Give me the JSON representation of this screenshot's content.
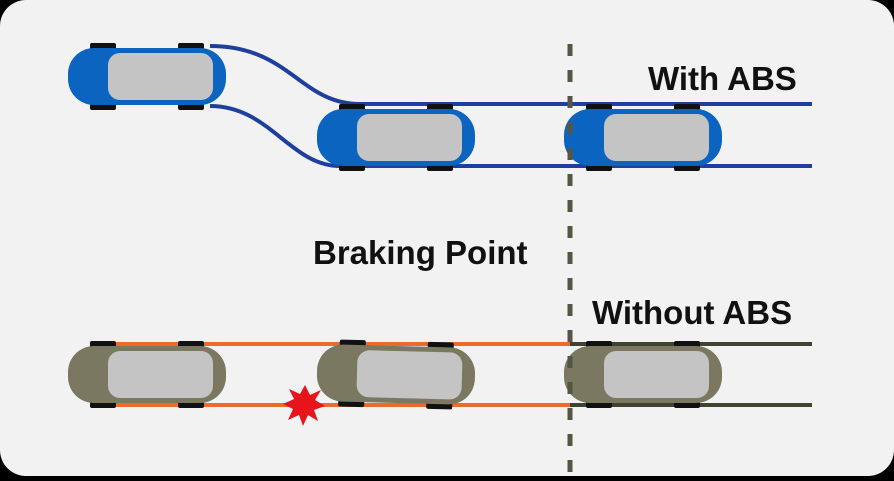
{
  "labels": {
    "with_abs": "With ABS",
    "braking_point": "Braking Point",
    "without_abs": "Without ABS"
  },
  "colors": {
    "background": "#f2f2f2",
    "abs_path": "#1f3f9e",
    "abs_car_nose": "#0a64c0",
    "no_abs_path_skid": "#ee6a2a",
    "no_abs_path_normal": "#3e4430",
    "no_abs_car": "#7a7860",
    "car_cabin": "#c4c4c4",
    "tire": "#111111",
    "braking_line": "#555545",
    "collision": "#e8141c"
  },
  "icons": {
    "collision": "collision-burst-icon"
  }
}
